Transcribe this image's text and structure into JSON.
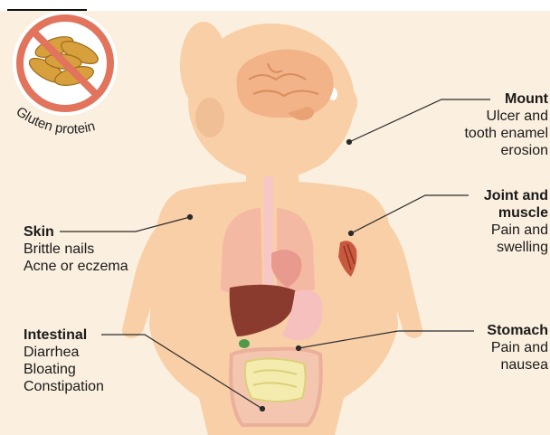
{
  "colors": {
    "background": "#fbefdf",
    "body": "#f8cfa6",
    "brain": "#f1b387",
    "liver": "#8a3b2e",
    "intestine": "#f3ecae",
    "ban_circle": "#e2735c"
  },
  "badge": {
    "caption": "Gluten protein",
    "icon": "no-gluten-icon"
  },
  "labels": {
    "mouth": {
      "title": "Mount",
      "lines": [
        "Ulcer and",
        "tooth enamel",
        "erosion"
      ]
    },
    "joint": {
      "title": "Joint and",
      "title2": "muscle",
      "lines": [
        "Pain and",
        "swelling"
      ]
    },
    "skin": {
      "title": "Skin",
      "lines": [
        "Brittle nails",
        "Acne or eczema"
      ]
    },
    "stomach": {
      "title": "Stomach",
      "lines": [
        "Pain and",
        "nausea"
      ]
    },
    "intestinal": {
      "title": "Intestinal",
      "lines": [
        "Diarrhea",
        "Bloating",
        "Constipation"
      ]
    }
  }
}
